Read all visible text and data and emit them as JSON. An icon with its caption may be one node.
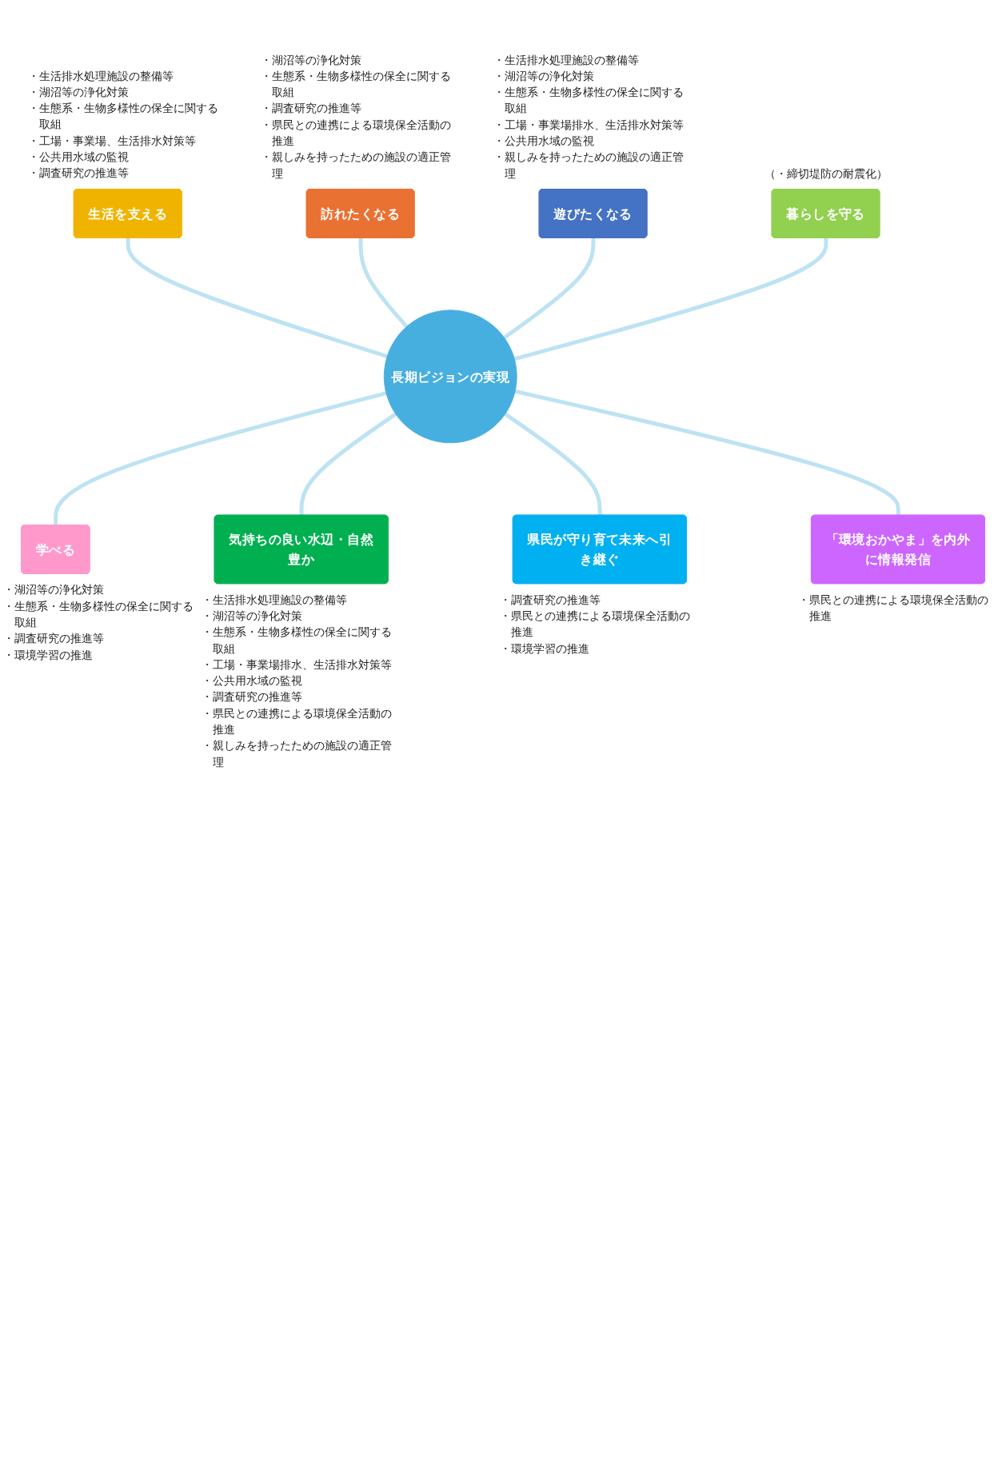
{
  "diagram": {
    "nodes": [
      {
        "text": [
          "長期ビジョンの実現"
        ]
      },
      {
        "text": [
          "生活を支える"
        ],
        "beside": [
          "・生活排水処理施設の整備等",
          "・湖沼等の浄化対策",
          "・生態系・生物多様性の保全に関する取組",
          "・工場・事業場、生活排水対策等",
          "・公共用水域の監視",
          "・調査研究の推進等"
        ]
      },
      {
        "text": [
          "訪れたくなる"
        ],
        "beside": [
          "・湖沼等の浄化対策",
          "・生態系・生物多様性の保全に関する取組",
          "・調査研究の推進等",
          "・県民との連携による環境保全活動の推進",
          "・親しみを持ったための施設の適正管理"
        ]
      },
      {
        "text": [
          "遊びたくなる"
        ],
        "beside": [
          "・生活排水処理施設の整備等",
          "・湖沼等の浄化対策",
          "・生態系・生物多様性の保全に関する取組",
          "・工場・事業場排水、生活排水対策等",
          "・公共用水域の監視",
          "・親しみを持ったための施設の適正管理"
        ]
      },
      {
        "text": [
          "暮らしを守る"
        ],
        "beside": [
          "（・締切堤防の耐震化）"
        ]
      },
      {
        "text": [
          "学べる"
        ],
        "beside": [
          "・湖沼等の浄化対策",
          "・生態系・生物多様性の保全に関する取組",
          "・調査研究の推進等",
          "・環境学習の推進"
        ]
      },
      {
        "text": [
          "気持ちの良い水辺・自然豊か"
        ],
        "beside": [
          "・生活排水処理施設の整備等",
          "・湖沼等の浄化対策",
          "・生態系・生物多様性の保全に関する取組",
          "・工場・事業場排水、生活排水対策等",
          "・公共用水域の監視",
          "・調査研究の推進等",
          "・県民との連携による環境保全活動の推進",
          "・親しみを持ったための施設の適正管理"
        ]
      },
      {
        "text": [
          "県民が守り育て未来へ引き継ぐ"
        ],
        "beside": [
          "・調査研究の推進等",
          "・県民との連携による環境保全活動の推進",
          "・環境学習の推進"
        ]
      },
      {
        "text": [
          "「環境おかやま」を内外に情報発信"
        ],
        "beside": [
          "・県民との連携による環境保全活動の推進"
        ]
      }
    ],
    "edges": [
      {
        "from": 1,
        "to": 0,
        "arrow": "none"
      },
      {
        "from": 2,
        "to": 0,
        "arrow": "none"
      },
      {
        "from": 3,
        "to": 0,
        "arrow": "none"
      },
      {
        "from": 4,
        "to": 0,
        "arrow": "none"
      },
      {
        "from": 0,
        "to": 5,
        "arrow": "none"
      },
      {
        "from": 0,
        "to": 6,
        "arrow": "none"
      },
      {
        "from": 0,
        "to": 7,
        "arrow": "none"
      },
      {
        "from": 0,
        "to": 8,
        "arrow": "none"
      }
    ]
  }
}
